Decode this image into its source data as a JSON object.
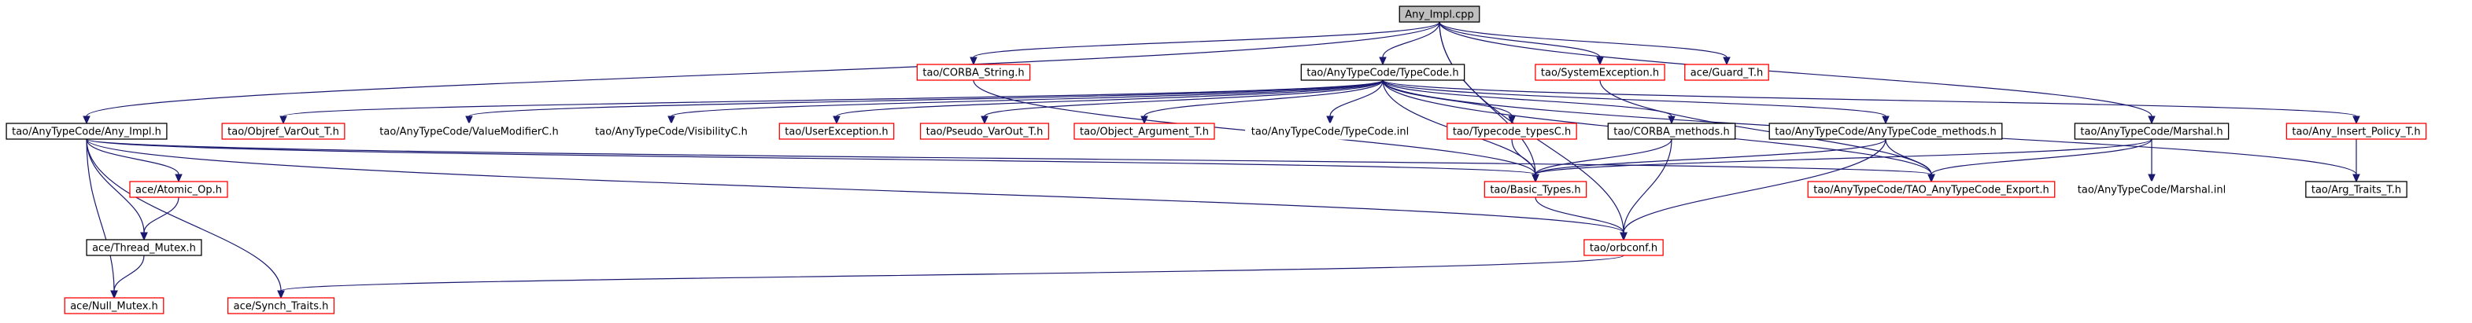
{
  "title": "Any_Impl.cpp",
  "colors": {
    "root_fill": "#bfbfbf",
    "root_border": "#000000",
    "documented_border": "#000000",
    "undocumented_border": "#ff0000",
    "plain_border": "#ffffff",
    "edge": "#191970"
  },
  "nodes": [
    {
      "id": "any_impl_cpp",
      "label": "Any_Impl.cpp",
      "style": "root"
    },
    {
      "id": "corba_string",
      "label": "tao/CORBA_String.h",
      "style": "red"
    },
    {
      "id": "typecode_h",
      "label": "tao/AnyTypeCode/TypeCode.h",
      "style": "black"
    },
    {
      "id": "systemexception",
      "label": "tao/SystemException.h",
      "style": "red"
    },
    {
      "id": "guard_t",
      "label": "ace/Guard_T.h",
      "style": "red"
    },
    {
      "id": "any_impl_h",
      "label": "tao/AnyTypeCode/Any_Impl.h",
      "style": "black"
    },
    {
      "id": "objref_varout",
      "label": "tao/Objref_VarOut_T.h",
      "style": "red"
    },
    {
      "id": "valuemodifierc",
      "label": "tao/AnyTypeCode/ValueModifierC.h",
      "style": "white"
    },
    {
      "id": "visibilityc",
      "label": "tao/AnyTypeCode/VisibilityC.h",
      "style": "white"
    },
    {
      "id": "userexception",
      "label": "tao/UserException.h",
      "style": "red"
    },
    {
      "id": "pseudo_varout",
      "label": "tao/Pseudo_VarOut_T.h",
      "style": "red"
    },
    {
      "id": "object_argument",
      "label": "tao/Object_Argument_T.h",
      "style": "red"
    },
    {
      "id": "typecode_inl",
      "label": "tao/AnyTypeCode/TypeCode.inl",
      "style": "white"
    },
    {
      "id": "typecode_typesc",
      "label": "tao/Typecode_typesC.h",
      "style": "red"
    },
    {
      "id": "corba_methods",
      "label": "tao/CORBA_methods.h",
      "style": "black"
    },
    {
      "id": "anytypecode_methods",
      "label": "tao/AnyTypeCode/AnyTypeCode_methods.h",
      "style": "black"
    },
    {
      "id": "marshal_h",
      "label": "tao/AnyTypeCode/Marshal.h",
      "style": "black"
    },
    {
      "id": "any_insert_policy",
      "label": "tao/Any_Insert_Policy_T.h",
      "style": "red"
    },
    {
      "id": "atomic_op",
      "label": "ace/Atomic_Op.h",
      "style": "red"
    },
    {
      "id": "basic_types",
      "label": "tao/Basic_Types.h",
      "style": "red"
    },
    {
      "id": "tao_export",
      "label": "tao/AnyTypeCode/TAO_AnyTypeCode_Export.h",
      "style": "red"
    },
    {
      "id": "marshal_inl",
      "label": "tao/AnyTypeCode/Marshal.inl",
      "style": "white"
    },
    {
      "id": "arg_traits",
      "label": "tao/Arg_Traits_T.h",
      "style": "black"
    },
    {
      "id": "thread_mutex",
      "label": "ace/Thread_Mutex.h",
      "style": "black"
    },
    {
      "id": "orbconf",
      "label": "tao/orbconf.h",
      "style": "red"
    },
    {
      "id": "null_mutex",
      "label": "ace/Null_Mutex.h",
      "style": "red"
    },
    {
      "id": "synch_traits",
      "label": "ace/Synch_Traits.h",
      "style": "red"
    }
  ],
  "edges": [
    {
      "from": "any_impl_cpp",
      "to": "corba_string"
    },
    {
      "from": "any_impl_cpp",
      "to": "typecode_h"
    },
    {
      "from": "any_impl_cpp",
      "to": "systemexception"
    },
    {
      "from": "any_impl_cpp",
      "to": "guard_t"
    },
    {
      "from": "any_impl_cpp",
      "to": "any_impl_h"
    },
    {
      "from": "any_impl_cpp",
      "to": "marshal_h"
    },
    {
      "from": "any_impl_cpp",
      "to": "orbconf"
    },
    {
      "from": "any_impl_cpp",
      "to": "basic_types"
    },
    {
      "from": "corba_string",
      "to": "basic_types"
    },
    {
      "from": "typecode_h",
      "to": "objref_varout"
    },
    {
      "from": "typecode_h",
      "to": "valuemodifierc"
    },
    {
      "from": "typecode_h",
      "to": "visibilityc"
    },
    {
      "from": "typecode_h",
      "to": "userexception"
    },
    {
      "from": "typecode_h",
      "to": "pseudo_varout"
    },
    {
      "from": "typecode_h",
      "to": "object_argument"
    },
    {
      "from": "typecode_h",
      "to": "typecode_inl"
    },
    {
      "from": "typecode_h",
      "to": "typecode_typesc"
    },
    {
      "from": "typecode_h",
      "to": "corba_methods"
    },
    {
      "from": "typecode_h",
      "to": "anytypecode_methods"
    },
    {
      "from": "typecode_h",
      "to": "basic_types"
    },
    {
      "from": "typecode_h",
      "to": "tao_export"
    },
    {
      "from": "typecode_h",
      "to": "any_insert_policy"
    },
    {
      "from": "typecode_h",
      "to": "arg_traits"
    },
    {
      "from": "systemexception",
      "to": "tao_export"
    },
    {
      "from": "any_impl_h",
      "to": "atomic_op"
    },
    {
      "from": "any_impl_h",
      "to": "thread_mutex"
    },
    {
      "from": "any_impl_h",
      "to": "null_mutex"
    },
    {
      "from": "any_impl_h",
      "to": "synch_traits"
    },
    {
      "from": "any_impl_h",
      "to": "basic_types"
    },
    {
      "from": "any_impl_h",
      "to": "tao_export"
    },
    {
      "from": "any_impl_h",
      "to": "orbconf"
    },
    {
      "from": "atomic_op",
      "to": "thread_mutex"
    },
    {
      "from": "thread_mutex",
      "to": "null_mutex"
    },
    {
      "from": "typecode_typesc",
      "to": "basic_types"
    },
    {
      "from": "corba_methods",
      "to": "basic_types"
    },
    {
      "from": "corba_methods",
      "to": "orbconf"
    },
    {
      "from": "anytypecode_methods",
      "to": "basic_types"
    },
    {
      "from": "anytypecode_methods",
      "to": "tao_export"
    },
    {
      "from": "anytypecode_methods",
      "to": "orbconf"
    },
    {
      "from": "marshal_h",
      "to": "basic_types"
    },
    {
      "from": "marshal_h",
      "to": "tao_export"
    },
    {
      "from": "marshal_h",
      "to": "marshal_inl"
    },
    {
      "from": "any_insert_policy",
      "to": "arg_traits"
    },
    {
      "from": "basic_types",
      "to": "orbconf"
    },
    {
      "from": "orbconf",
      "to": "synch_traits"
    }
  ]
}
